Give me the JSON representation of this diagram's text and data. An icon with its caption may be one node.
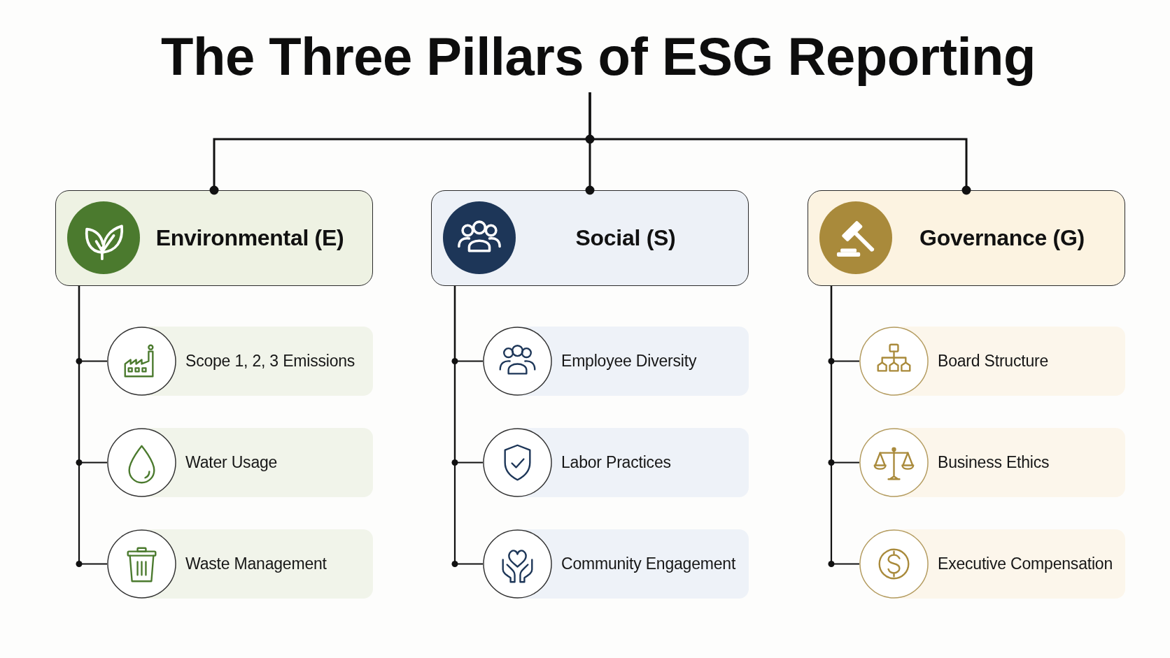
{
  "diagram": {
    "nodes": [
      {
        "text": [
          "The Three Pillars of ESG Reporting"
        ]
      },
      {
        "text": [
          "Environmental (E)"
        ]
      },
      {
        "text": [
          "Social (S)"
        ]
      },
      {
        "text": [
          "Governance (G)"
        ]
      },
      {
        "text": [
          "Scope 1, 2, 3 Emissions"
        ]
      },
      {
        "text": [
          "Water Usage"
        ]
      },
      {
        "text": [
          "Waste Management"
        ]
      },
      {
        "text": [
          "Employee Diversity"
        ]
      },
      {
        "text": [
          "Labor Practices"
        ]
      },
      {
        "text": [
          "Community Engagement"
        ]
      },
      {
        "text": [
          "Board Structure"
        ]
      },
      {
        "text": [
          "Business Ethics"
        ]
      },
      {
        "text": [
          "Executive Compensation"
        ]
      }
    ],
    "edges": [
      {
        "from": 0,
        "to": 1,
        "arrow": "other"
      },
      {
        "from": 0,
        "to": 2,
        "arrow": "other"
      },
      {
        "from": 0,
        "to": 3,
        "arrow": "other"
      },
      {
        "from": 1,
        "to": 4,
        "arrow": "none"
      },
      {
        "from": 1,
        "to": 5,
        "arrow": "none"
      },
      {
        "from": 1,
        "to": 6,
        "arrow": "none"
      },
      {
        "from": 2,
        "to": 7,
        "arrow": "none"
      },
      {
        "from": 2,
        "to": 8,
        "arrow": "none"
      },
      {
        "from": 2,
        "to": 9,
        "arrow": "none"
      },
      {
        "from": 3,
        "to": 10,
        "arrow": "none"
      },
      {
        "from": 3,
        "to": 11,
        "arrow": "none"
      },
      {
        "from": 3,
        "to": 12,
        "arrow": "none"
      }
    ]
  }
}
